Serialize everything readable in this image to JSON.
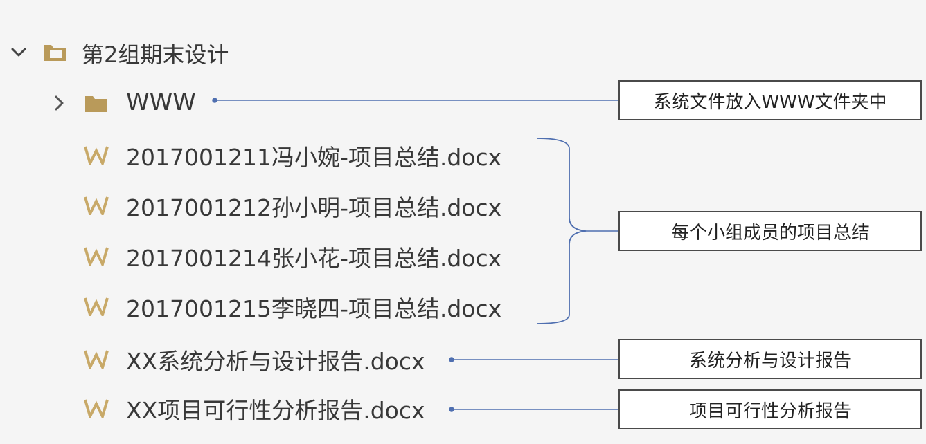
{
  "tree": {
    "root": {
      "label": "第2组期末设计"
    },
    "folder": {
      "label": "WWW"
    },
    "files": [
      {
        "label": "2017001211冯小婉-项目总结.docx"
      },
      {
        "label": "2017001212孙小明-项目总结.docx"
      },
      {
        "label": "2017001214张小花-项目总结.docx"
      },
      {
        "label": "2017001215李晓四-项目总结.docx"
      },
      {
        "label": "XX系统分析与设计报告.docx"
      },
      {
        "label": "XX项目可行性分析报告.docx"
      }
    ]
  },
  "annotations": {
    "www_note": "系统文件放入WWW文件夹中",
    "summary_note": "每个小组成员的项目总结",
    "design_note": "系统分析与设计报告",
    "feasibility_note": "项目可行性分析报告"
  },
  "colors": {
    "folder": "#b99a5a",
    "word_icon": "#c8a968",
    "connector": "#4f6fb0",
    "text": "#383838"
  },
  "icons": [
    "chevron-down-icon",
    "chevron-right-icon",
    "folder-open-icon",
    "folder-icon",
    "word-document-icon"
  ]
}
